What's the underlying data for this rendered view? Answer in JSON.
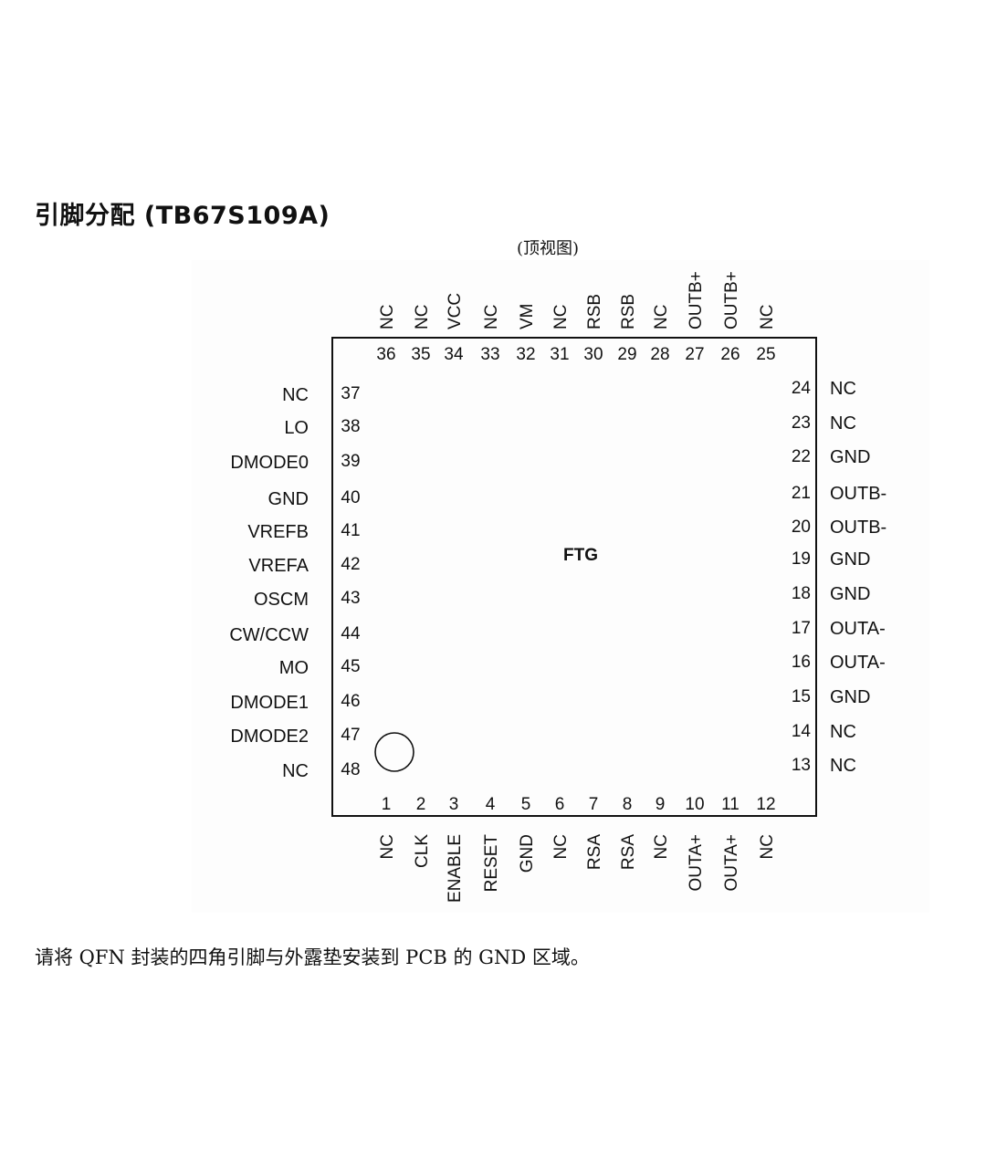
{
  "title": "引脚分配 (TB67S109A)",
  "view_label": "(顶视图)",
  "center_label": "FTG",
  "note": "请将 QFN 封装的四角引脚与外露垫安装到 PCB 的 GND 区域。",
  "top_pins": [
    {
      "num": "36",
      "name": "NC"
    },
    {
      "num": "35",
      "name": "NC"
    },
    {
      "num": "34",
      "name": "VCC"
    },
    {
      "num": "33",
      "name": "NC"
    },
    {
      "num": "32",
      "name": "VM"
    },
    {
      "num": "31",
      "name": "NC"
    },
    {
      "num": "30",
      "name": "RSB"
    },
    {
      "num": "29",
      "name": "RSB"
    },
    {
      "num": "28",
      "name": "NC"
    },
    {
      "num": "27",
      "name": "OUTB+"
    },
    {
      "num": "26",
      "name": "OUTB+"
    },
    {
      "num": "25",
      "name": "NC"
    }
  ],
  "bottom_pins": [
    {
      "num": "1",
      "name": "NC"
    },
    {
      "num": "2",
      "name": "CLK"
    },
    {
      "num": "3",
      "name": "ENABLE"
    },
    {
      "num": "4",
      "name": "RESET"
    },
    {
      "num": "5",
      "name": "GND"
    },
    {
      "num": "6",
      "name": "NC"
    },
    {
      "num": "7",
      "name": "RSA"
    },
    {
      "num": "8",
      "name": "RSA"
    },
    {
      "num": "9",
      "name": "NC"
    },
    {
      "num": "10",
      "name": "OUTA+"
    },
    {
      "num": "11",
      "name": "OUTA+"
    },
    {
      "num": "12",
      "name": "NC"
    }
  ],
  "left_pins": [
    {
      "num": "37",
      "name": "NC"
    },
    {
      "num": "38",
      "name": "LO"
    },
    {
      "num": "39",
      "name": "DMODE0"
    },
    {
      "num": "40",
      "name": "GND"
    },
    {
      "num": "41",
      "name": "VREFB"
    },
    {
      "num": "42",
      "name": "VREFA"
    },
    {
      "num": "43",
      "name": "OSCM"
    },
    {
      "num": "44",
      "name": "CW/CCW"
    },
    {
      "num": "45",
      "name": "MO"
    },
    {
      "num": "46",
      "name": "DMODE1"
    },
    {
      "num": "47",
      "name": "DMODE2"
    },
    {
      "num": "48",
      "name": "NC"
    }
  ],
  "right_pins": [
    {
      "num": "24",
      "name": "NC"
    },
    {
      "num": "23",
      "name": "NC"
    },
    {
      "num": "22",
      "name": "GND"
    },
    {
      "num": "21",
      "name": "OUTB-"
    },
    {
      "num": "20",
      "name": "OUTB-"
    },
    {
      "num": "19",
      "name": "GND"
    },
    {
      "num": "18",
      "name": "GND"
    },
    {
      "num": "17",
      "name": "OUTA-"
    },
    {
      "num": "16",
      "name": "OUTA-"
    },
    {
      "num": "15",
      "name": "GND"
    },
    {
      "num": "14",
      "name": "NC"
    },
    {
      "num": "13",
      "name": "NC"
    }
  ]
}
